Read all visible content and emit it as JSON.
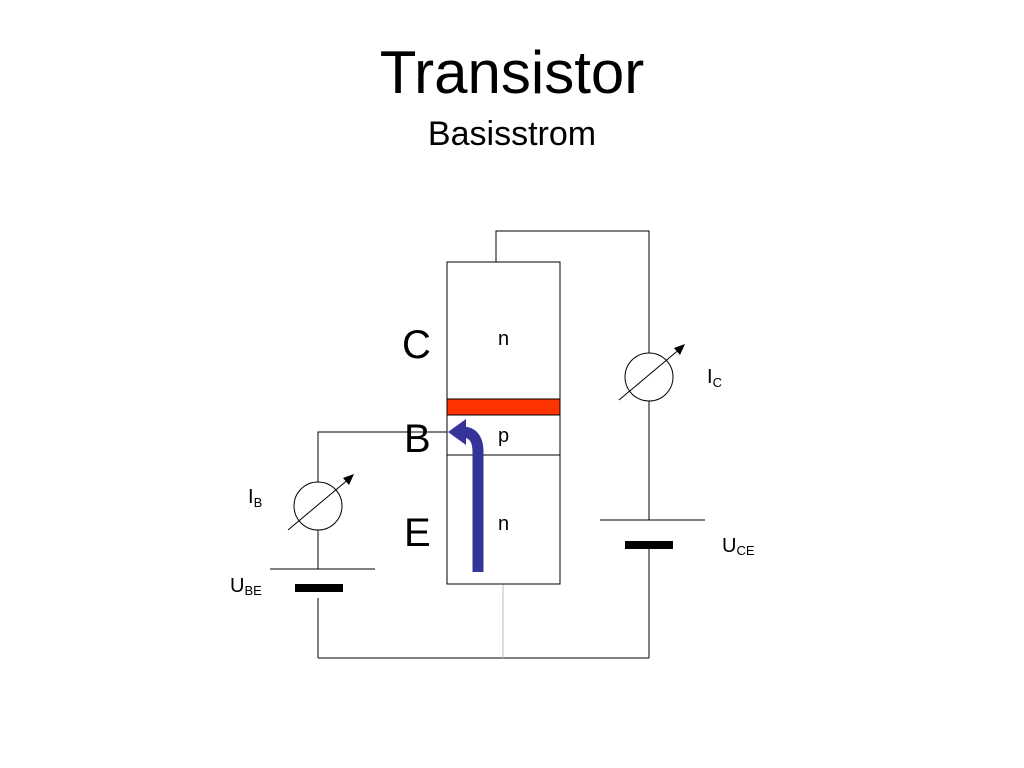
{
  "slide": {
    "title": "Transistor",
    "subtitle": "Basisstrom"
  },
  "transistor": {
    "terminals": {
      "collector": "C",
      "base": "B",
      "emitter": "E"
    },
    "layers": {
      "collector": "n",
      "base": "p",
      "emitter": "n"
    }
  },
  "meters": {
    "base_current": {
      "main": "I",
      "sub": "B"
    },
    "collector_current": {
      "main": "I",
      "sub": "C"
    }
  },
  "sources": {
    "base_emitter_voltage": {
      "main": "U",
      "sub": "BE"
    },
    "collector_emitter_voltage": {
      "main": "U",
      "sub": "CE"
    }
  },
  "colors": {
    "junction": "#ff3300",
    "current_arrow": "#333399",
    "wire": "#000000",
    "emitter_lead": "#bbbbbb"
  }
}
